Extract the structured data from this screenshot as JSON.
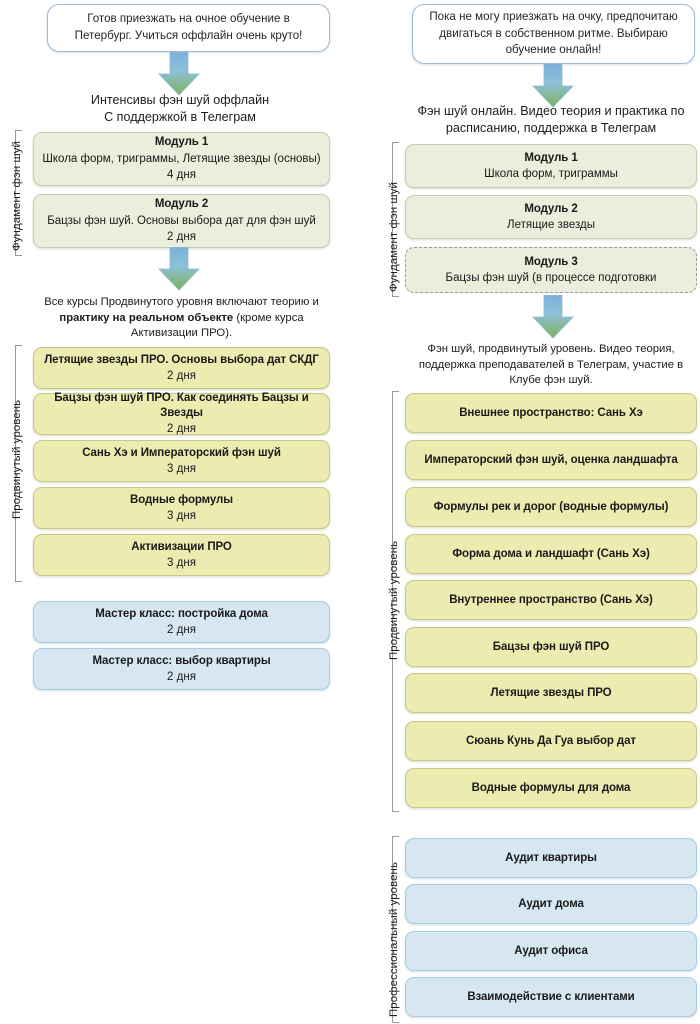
{
  "diagram": {
    "title": "Схема обучения фэн шуй: оффлайн и онлайн",
    "colors": {
      "callout_fill": "#ffffff",
      "callout_border": "#9dbbd4",
      "green_fill": "#eaeedc",
      "green_border": "#c6cdb4",
      "yellow_fill": "#ecebb0",
      "yellow_border": "#c9c888",
      "blue_fill": "#d6e7f2",
      "blue_border": "#a9cbe0",
      "arrow_top": "#6ba3d6",
      "arrow_bottom": "#7fb35a",
      "bracket": "#9a9a9a",
      "text": "#1d1d1d"
    }
  },
  "left": {
    "callout": "Готов приезжать на очное обучение в Петербург. Учиться оффлайн очень круто!",
    "arrow1": "down-arrow-icon",
    "heading1": "Интенсивы фэн шуй оффлайн\nС поддержкой в Телеграм",
    "foundation": {
      "bracket_label": "Фундамент фэн шуй",
      "modules": [
        {
          "title": "Модуль 1",
          "sub": "Школа форм, триграммы, Летящие звезды (основы)",
          "duration": "4 дня"
        },
        {
          "title": "Модуль 2",
          "sub": "Бацзы фэн шуй. Основы выбора дат для фэн шуй",
          "duration": "2 дня"
        }
      ]
    },
    "arrow2": "down-arrow-icon",
    "heading2_part1": "Все курсы Продвинутого уровня включают теорию и ",
    "heading2_bold": "практику на реальном объекте",
    "heading2_part2": " (кроме курса Активизации ПРО).",
    "advanced": {
      "bracket_label": "Продвинутый уровень",
      "courses": [
        {
          "title": "Летящие звезды ПРО. Основы выбора дат СКДГ",
          "duration": "2 дня"
        },
        {
          "title": "Бацзы фэн шуй ПРО. Как соединять Бацзы и Звезды",
          "duration": "2 дня"
        },
        {
          "title": "Сань Хэ и Императорский фэн шуй",
          "duration": "3 дня"
        },
        {
          "title": "Водные формулы",
          "duration": "3 дня"
        },
        {
          "title": "Активизации ПРО",
          "duration": "3 дня"
        }
      ]
    },
    "masterclasses": [
      {
        "title": "Мастер класс: постройка дома",
        "duration": "2 дня"
      },
      {
        "title": "Мастер класс: выбор квартиры",
        "duration": "2 дня"
      }
    ]
  },
  "right": {
    "callout": "Пока не могу приезжать на очку, предпочитаю двигаться в собственном ритме. Выбираю обучение онлайн!",
    "arrow1": "down-arrow-icon",
    "heading1": "Фэн шуй онлайн. Видео теория и практика по расписанию, поддержка в Телеграм",
    "foundation": {
      "bracket_label": "Фундамент фэн шуй",
      "modules": [
        {
          "title": "Модуль 1",
          "sub": "Школа форм, триграммы",
          "dashed": false
        },
        {
          "title": "Модуль 2",
          "sub": "Летящие звезды",
          "dashed": false
        },
        {
          "title": "Модуль 3",
          "sub": "Бацзы фэн шуй (в процессе подготовки",
          "dashed": true
        }
      ]
    },
    "arrow2": "down-arrow-icon",
    "heading2": "Фэн шуй, продвинутый уровень. Видео теория, поддержка преподавателей в Телеграм, участие в Клубе фэн шуй.",
    "advanced": {
      "bracket_label": "Продвинутый уровень",
      "courses": [
        {
          "title": "Внешнее пространство: Сань Хэ"
        },
        {
          "title": "Императорский фэн шуй, оценка ландшафта"
        },
        {
          "title": "Формулы рек и дорог (водные формулы)"
        },
        {
          "title": "Форма дома и ландшафт (Сань Хэ)"
        },
        {
          "title": "Внутреннее пространство (Сань Хэ)"
        },
        {
          "title": "Бацзы фэн шуй ПРО"
        },
        {
          "title": "Летящие звезды ПРО"
        },
        {
          "title": "Сюань Кунь Да Гуа выбор дат"
        },
        {
          "title": "Водные формулы для дома"
        }
      ]
    },
    "professional": {
      "bracket_label": "Профессиональный уровень",
      "courses": [
        {
          "title": "Аудит квартиры"
        },
        {
          "title": "Аудит дома"
        },
        {
          "title": "Аудит офиса"
        },
        {
          "title": "Взаимодействие с клиентами"
        }
      ]
    }
  }
}
